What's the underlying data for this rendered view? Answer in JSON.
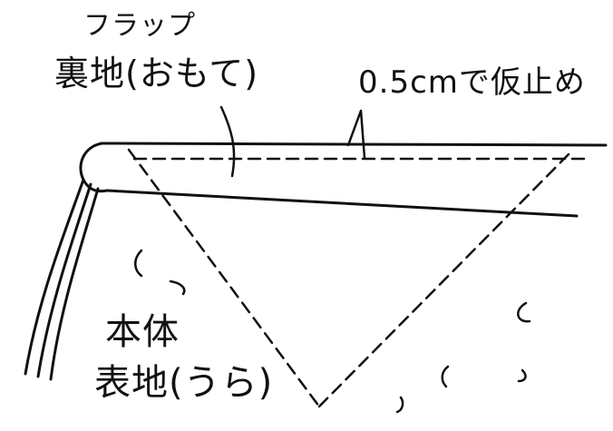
{
  "labels": {
    "flap": "フラップ",
    "flap_lining": "裏地(おもて)",
    "basting_note": "0.5cmで仮止め",
    "body": "本体",
    "body_outer": "表地(うら)"
  },
  "colors": {
    "ink": "#111111",
    "paper": "#ffffff"
  }
}
